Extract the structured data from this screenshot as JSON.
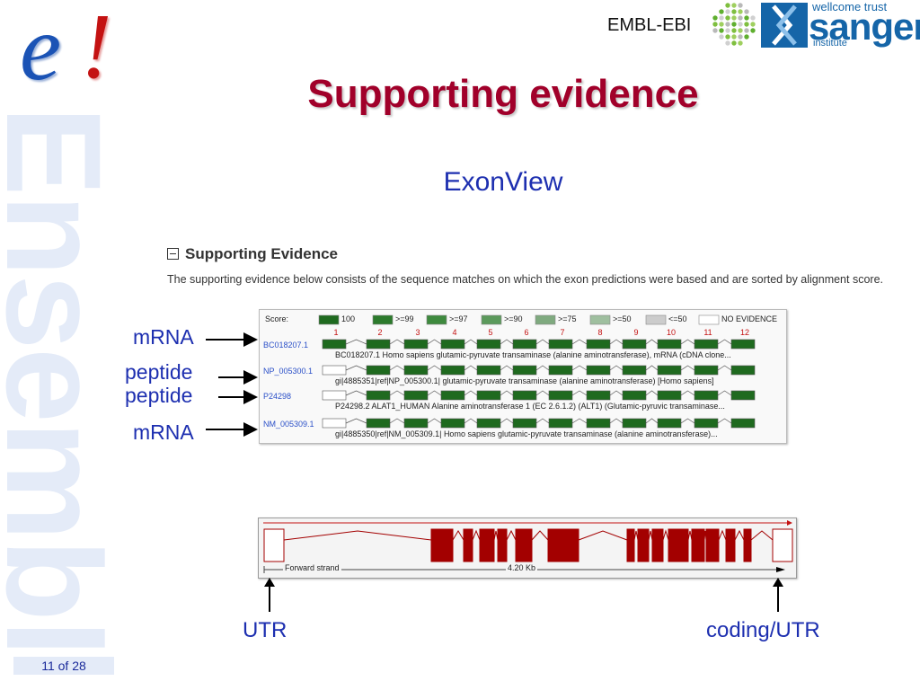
{
  "branding": {
    "logo_e": "e",
    "logo_bang": "!",
    "vertical_word": "Ensembl",
    "embl_label": "EMBL-EBI",
    "sanger_line1": "wellcome trust",
    "sanger_name": "sanger",
    "sanger_line2": "institute"
  },
  "slide": {
    "title": "Supporting evidence",
    "subtitle": "ExonView",
    "page": "11 of 28"
  },
  "evidence": {
    "heading": "Supporting Evidence",
    "description": "The supporting evidence below consists of the sequence matches on which the exon predictions were based and are sorted by alignment score.",
    "score_label": "Score:",
    "legend": [
      {
        "label": "100",
        "color": "#1f6a1f"
      },
      {
        "label": ">=99",
        "color": "#2c7a2c"
      },
      {
        "label": ">=97",
        "color": "#3e8a3e"
      },
      {
        "label": ">=90",
        "color": "#5c9a5c"
      },
      {
        "label": ">=75",
        "color": "#7faa7f"
      },
      {
        "label": ">=50",
        "color": "#9fbf9f"
      },
      {
        "label": "<=50",
        "color": "#cccccc"
      },
      {
        "label": "NO EVIDENCE",
        "color": "#ffffff"
      }
    ],
    "exon_numbers": [
      "1",
      "2",
      "3",
      "4",
      "5",
      "6",
      "7",
      "8",
      "9",
      "10",
      "11",
      "12"
    ],
    "rows": [
      {
        "accession": "BC018207.1",
        "type": "mRNA",
        "description": "BC018207.1 Homo sapiens glutamic-pyruvate transaminase (alanine aminotransferase), mRNA (cDNA clone...",
        "first_empty": false
      },
      {
        "accession": "NP_005300.1",
        "type": "peptide",
        "description": "gi|4885351|ref|NP_005300.1| glutamic-pyruvate transaminase (alanine aminotransferase) [Homo sapiens]",
        "first_empty": true
      },
      {
        "accession": "P24298",
        "type": "peptide",
        "description": "P24298.2 ALAT1_HUMAN Alanine aminotransferase 1 (EC 2.6.1.2) (ALT1) (Glutamic-pyruvic transaminase...",
        "first_empty": true
      },
      {
        "accession": "NM_005309.1",
        "type": "mRNA",
        "description": "gi|4885350|ref|NM_005309.1| Homo sapiens glutamic-pyruvate transaminase (alanine aminotransferase)...",
        "first_empty": true
      }
    ],
    "colors": {
      "exon": "#1f6a1f",
      "accession": "#2b50c8"
    }
  },
  "transcript": {
    "strand_label": "Forward strand",
    "length_label": "4.20 Kb",
    "exon_color": "#a30000"
  },
  "annotations": {
    "left": "UTR",
    "right": "coding/UTR"
  }
}
